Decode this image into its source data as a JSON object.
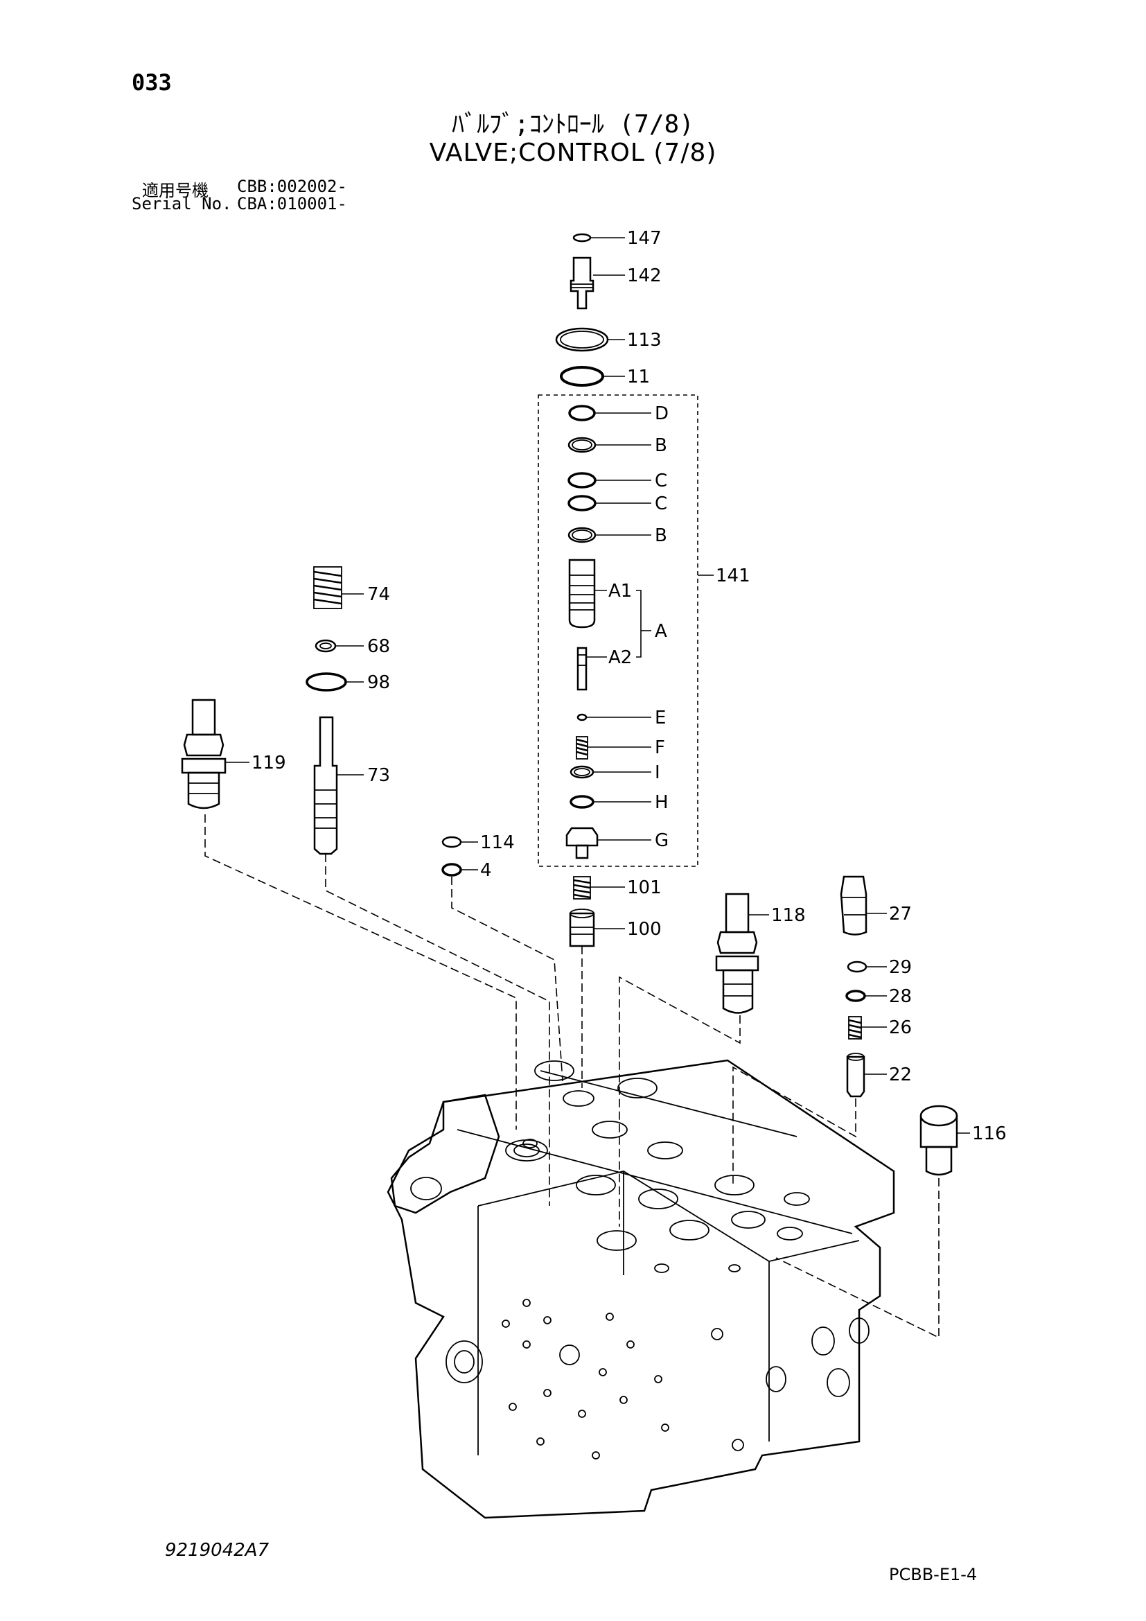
{
  "page_number": "033",
  "title_jp": "ﾊﾞﾙﾌﾞ;ｺﾝﾄﾛｰﾙ (7/8)",
  "title_en": "VALVE;CONTROL (7/8)",
  "applicability": {
    "label": "適用号機",
    "value": "CBB:002002-"
  },
  "serial": {
    "label": "Serial No.",
    "value": "CBA:010001-"
  },
  "callouts": {
    "c147": "147",
    "c142": "142",
    "c113": "113",
    "c11": "11",
    "cD": "D",
    "cB1": "B",
    "cC1": "C",
    "cC2": "C",
    "cB2": "B",
    "cA1": "A1",
    "cA": "A",
    "cA2": "A2",
    "c141": "141",
    "cE": "E",
    "cF": "F",
    "cI": "I",
    "cH": "H",
    "cG": "G",
    "c74": "74",
    "c68": "68",
    "c98": "98",
    "c73": "73",
    "c119": "119",
    "c114": "114",
    "c4": "4",
    "c101": "101",
    "c100": "100",
    "c118": "118",
    "c27": "27",
    "c29": "29",
    "c28": "28",
    "c26": "26",
    "c22": "22",
    "c116": "116"
  },
  "drawing_number": "9219042A7",
  "page_code": "PCBB-E1-4"
}
